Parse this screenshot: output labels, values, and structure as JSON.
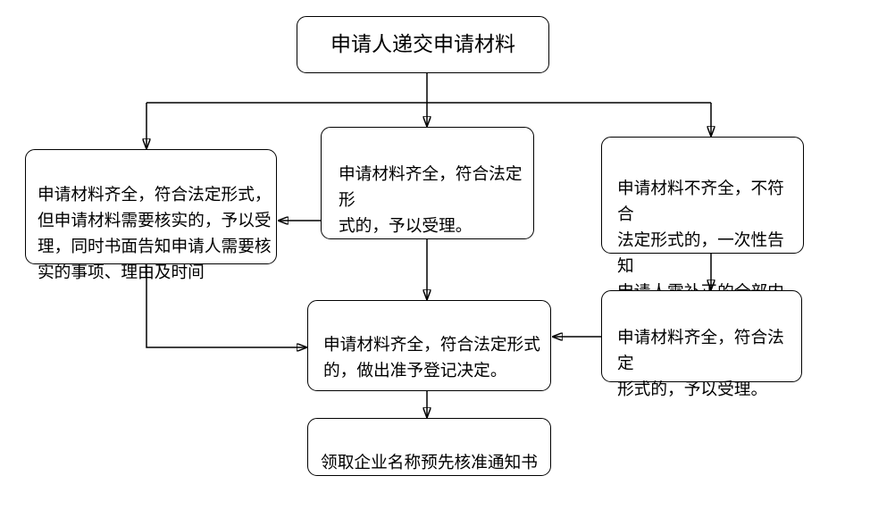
{
  "diagram": {
    "type": "flowchart",
    "colors": {
      "background": "#ffffff",
      "node_fill": "#ffffff",
      "node_border": "#000000",
      "text": "#000000",
      "connector": "#000000"
    },
    "nodes": {
      "start": {
        "label": "申请人递交申请材料"
      },
      "verify": {
        "label": "申请材料齐全，符合法定形式，\n但申请材料需要核实的，予以受\n理，同时书面告知申请人需要核\n实的事项、理由及时间"
      },
      "accept": {
        "label": "申请材料齐全，符合法定形\n式的，予以受理。"
      },
      "incomplete": {
        "label": "申请材料不齐全，不符合\n法定形式的，一次性告知\n申请人需补正的全部内\n容。"
      },
      "decision": {
        "label": "申请材料齐全，符合法定形式\n的，做出准予登记决定。"
      },
      "reaccept": {
        "label": "申请材料齐全，符合法定\n形式的，予以受理。"
      },
      "finish": {
        "label": "领取企业名称预先核准通知书"
      }
    },
    "edges": [
      {
        "from": "start",
        "to": "verify"
      },
      {
        "from": "start",
        "to": "accept"
      },
      {
        "from": "start",
        "to": "incomplete"
      },
      {
        "from": "accept",
        "to": "verify"
      },
      {
        "from": "accept",
        "to": "decision"
      },
      {
        "from": "verify",
        "to": "decision"
      },
      {
        "from": "incomplete",
        "to": "reaccept"
      },
      {
        "from": "reaccept",
        "to": "decision"
      },
      {
        "from": "decision",
        "to": "finish"
      }
    ]
  }
}
